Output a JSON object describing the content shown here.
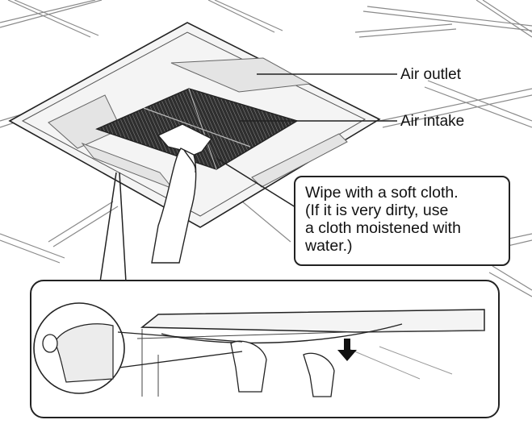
{
  "labels": {
    "air_outlet": "Air outlet",
    "air_intake": "Air intake"
  },
  "callout": {
    "lines": [
      "Wipe with a soft cloth.",
      "(If it is very dirty, use",
      "a cloth moistened with",
      "water.)"
    ]
  },
  "colors": {
    "line": "#222222",
    "grille": "#3a3a3a",
    "panel": "#f4f4f4",
    "ceiling_line": "#8a8a8a"
  }
}
